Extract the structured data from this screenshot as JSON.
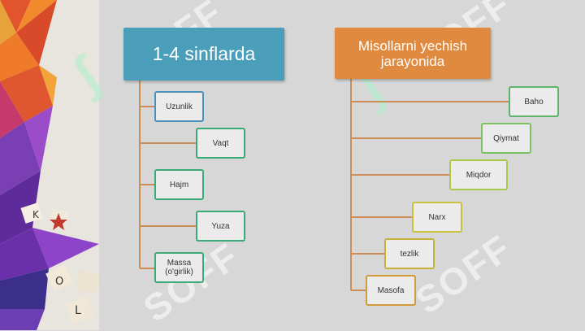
{
  "left_group": {
    "title": "1-4 sinflarda",
    "items": [
      "Uzunlik",
      "Vaqt",
      "Hajm",
      "Yuza",
      "Massa (o'girlik)"
    ]
  },
  "right_group": {
    "title": "Misollarni yechish jarayonida",
    "items": [
      "Baho",
      "Qiymat",
      "Miqdor",
      "Narx",
      "tezlik",
      "Masofa"
    ]
  },
  "watermark": "SOFF",
  "colors": {
    "left_header": "#4a9eb9",
    "right_header": "#df8a3e",
    "connector": "#cc8e55",
    "node_borders": [
      "#4a90b8",
      "#3aaa78",
      "#5eb46a",
      "#7dc260",
      "#a8c94a",
      "#c9b83a"
    ]
  }
}
